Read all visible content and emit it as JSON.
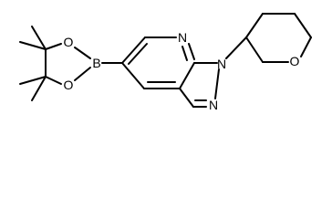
{
  "molecule": {
    "atoms": {
      "boron": "B",
      "dioxaborolane_o_top": "O",
      "dioxaborolane_o_bottom": "O",
      "pyridine_n": "N",
      "pyrazole_n1": "N",
      "pyrazole_n2": "N",
      "oxane_o": "O"
    }
  }
}
